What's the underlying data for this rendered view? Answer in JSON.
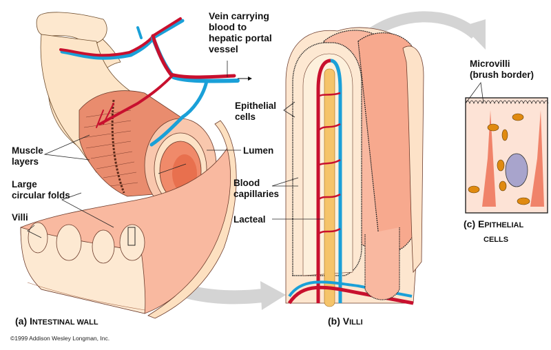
{
  "figure": {
    "copyright": "©1999 Addison Wesley Longman, Inc.",
    "colors": {
      "artery": "#c8102e",
      "vein": "#1aa0d8",
      "lacteal": "#f5c46a",
      "tissue_light": "#fde5c8",
      "tissue_pink": "#f7b39a",
      "muscle": "#e98c6e",
      "arrow_gray": "#d4d4d4",
      "nucleus": "#a8a4cc",
      "mitochondria": "#e08a10"
    }
  },
  "labels": {
    "vein": "Vein carrying\nblood to\nhepatic portal\nvessel",
    "muscle_layers": "Muscle\nlayers",
    "large_circular_folds": "Large\ncircular folds",
    "villi": "Villi",
    "lumen": "Lumen",
    "epithelial_cells": "Epithelial\ncells",
    "blood_capillaries": "Blood\ncapillaries",
    "lacteal": "Lacteal",
    "microvilli": "Microvilli\n(brush border)"
  },
  "captions": {
    "a": {
      "prefix": "(a) ",
      "first": "I",
      "rest": "ntestinal wall"
    },
    "b": {
      "prefix": "(b) ",
      "first": "V",
      "rest": "illi"
    },
    "c": {
      "prefix": "(c) ",
      "first": "E",
      "rest": "pithelial",
      "line2": "cells"
    }
  }
}
